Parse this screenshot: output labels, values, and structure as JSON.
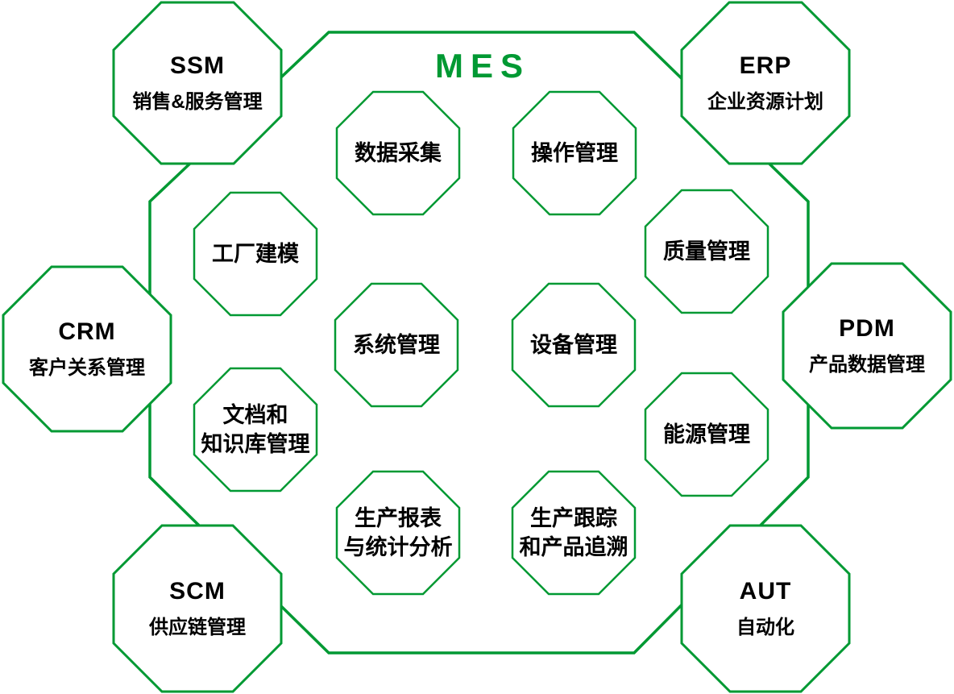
{
  "diagram": {
    "title": "MES",
    "colors": {
      "line": "#009933",
      "title_text": "#009933",
      "node_text": "#000000",
      "background": "#ffffff"
    },
    "inner_nodes": [
      {
        "id": "data-collection",
        "label": "数据采集"
      },
      {
        "id": "operation-management",
        "label": "操作管理"
      },
      {
        "id": "plant-modeling",
        "label": "工厂建模"
      },
      {
        "id": "quality-management",
        "label": "质量管理"
      },
      {
        "id": "system-management",
        "label": "系统管理"
      },
      {
        "id": "equipment-management",
        "label": "设备管理"
      },
      {
        "id": "document-and-knowledge-base-management",
        "label": "文档和\n知识库管理"
      },
      {
        "id": "energy-management",
        "label": "能源管理"
      },
      {
        "id": "production-reports-and-statistical-analysis",
        "label": "生产报表\n与统计分析"
      },
      {
        "id": "production-tracking-and-product-traceability",
        "label": "生产跟踪\n和产品追溯"
      }
    ],
    "outer_nodes": [
      {
        "id": "ssm",
        "abbr": "SSM",
        "name": "销售&服务管理"
      },
      {
        "id": "erp",
        "abbr": "ERP",
        "name": "企业资源计划"
      },
      {
        "id": "crm",
        "abbr": "CRM",
        "name": "客户关系管理"
      },
      {
        "id": "pdm",
        "abbr": "PDM",
        "name": "产品数据管理"
      },
      {
        "id": "scm",
        "abbr": "SCM",
        "name": "供应链管理"
      },
      {
        "id": "aut",
        "abbr": "AUT",
        "name": "自动化"
      }
    ]
  }
}
